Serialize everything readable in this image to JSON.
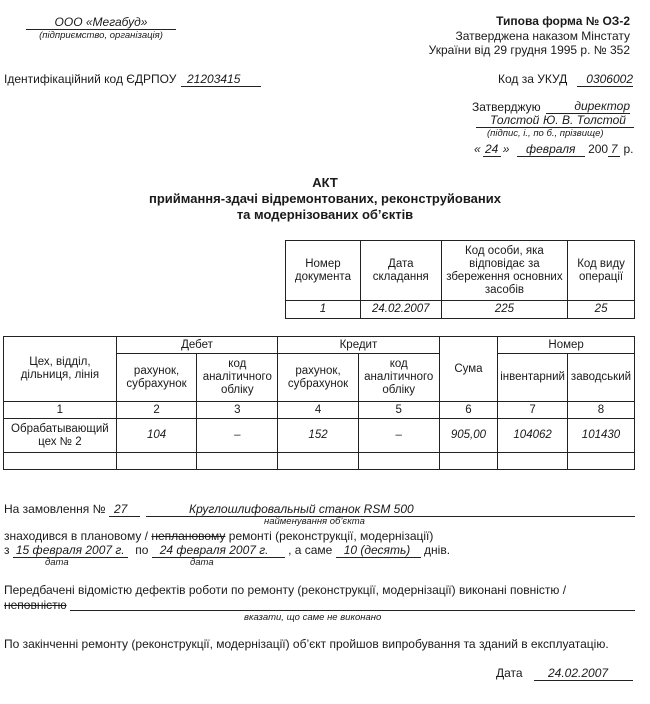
{
  "header": {
    "org_name": "ООО «Мегабуд»",
    "org_caption": "(підприємство, організація)",
    "form_title": "Типова форма № ОЗ-2",
    "approved_line1": "Затверджена наказом Мінстату",
    "approved_line2": "України від 29 грудня 1995 р. № 352",
    "edrpou_label": "Ідентифікаційний код ЄДРПОУ",
    "edrpou_value": "21203415",
    "ukud_label": "Код за УКУД",
    "ukud_value": "0306002"
  },
  "approve": {
    "label": "Затверджую",
    "position": "директор",
    "signature": "Толстой",
    "name": "Ю. В. Толстой",
    "caption": "(підпис, і., по б., прізвище)",
    "quote_open": "«",
    "day": "24",
    "quote_close": "»",
    "month": "февраля",
    "year_prefix": "200",
    "year_digit": "7",
    "year_suffix": "р."
  },
  "title": {
    "line1": "АКТ",
    "line2": "приймання-здачі відремонтованих, реконструйованих",
    "line3": "та модернізованих об’єктів"
  },
  "doc_table": {
    "headers": [
      "Номер документа",
      "Дата складання",
      "Код особи, яка відповідає за збереження основних засобів",
      "Код виду операції"
    ],
    "values": [
      "1",
      "24.02.2007",
      "225",
      "25"
    ]
  },
  "main_table": {
    "col_location": "Цех, відділ, дільниця, лінія",
    "group_debit": "Дебет",
    "group_credit": "Кредит",
    "col_sum": "Сума",
    "group_number": "Номер",
    "sub_account": "рахунок, субрахунок",
    "sub_analytic": "код аналітичного обліку",
    "sub_inventory": "інвентарний",
    "sub_factory": "заводський",
    "col_numbers": [
      "1",
      "2",
      "3",
      "4",
      "5",
      "6",
      "7",
      "8"
    ],
    "row": [
      "Обрабатывающий цех № 2",
      "104",
      "–",
      "152",
      "–",
      "905,00",
      "104062",
      "101430"
    ]
  },
  "body": {
    "order_label": "На замовлення №",
    "order_no": "27",
    "object_name": "Круглошлифовальный станок RSM 500",
    "object_caption": "найменування об’єкта",
    "was_in": "знаходився в плановому /",
    "unplanned": "неплановому",
    "repair_text": "ремонті (реконструкції, модернізації)",
    "from_label": "з",
    "date_from": "15  февраля 2007 г.",
    "to_label": "по",
    "date_to": "24 февраля 2007 г.",
    "and_label": ", а саме",
    "days_value": "10 (десять)",
    "days_label": "днів.",
    "date_caption": "дата",
    "defects_text": "Передбачені відомістю дефектів роботи по ремонту (реконструкції, модернізації) виконані повністю /",
    "not_fully": "неповністю",
    "not_done_caption": "вказати, що саме не виконано",
    "final_text": "По закінченні ремонту (реконструкції, модернізації) об’єкт пройшов випробування та зданий в експлуатацію.",
    "date_label": "Дата",
    "date_value": "24.02.2007"
  }
}
